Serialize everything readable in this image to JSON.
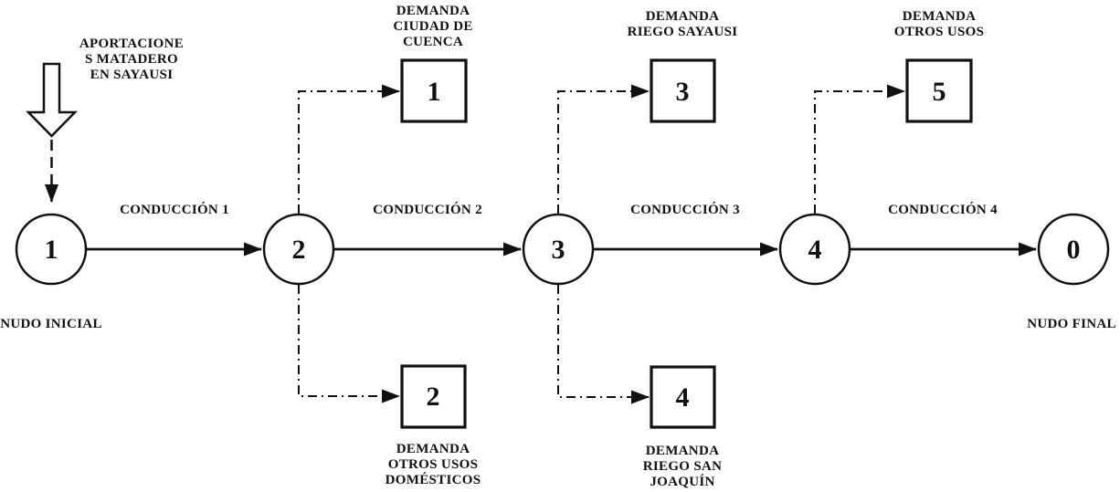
{
  "colors": {
    "ink": "#111111",
    "background": "#ffffff"
  },
  "inflow": {
    "lines": [
      "APORTACIONE",
      "S MATADERO",
      "EN SAYAUSI"
    ]
  },
  "nodes": {
    "n1": {
      "number": "1",
      "label": "NUDO INICIAL"
    },
    "n2": {
      "number": "2"
    },
    "n3": {
      "number": "3"
    },
    "n4": {
      "number": "4"
    },
    "n0": {
      "number": "0",
      "label": "NUDO FINAL"
    }
  },
  "conductions": {
    "c1": "CONDUCCIÓN 1",
    "c2": "CONDUCCIÓN 2",
    "c3": "CONDUCCIÓN 3",
    "c4": "CONDUCCIÓN 4"
  },
  "demands": {
    "d1": {
      "number": "1",
      "lines": [
        "DEMANDA",
        "CIUDAD DE",
        "CUENCA"
      ]
    },
    "d2": {
      "number": "2",
      "lines": [
        "DEMANDA",
        "OTROS USOS",
        "DOMÉSTICOS"
      ]
    },
    "d3": {
      "number": "3",
      "lines": [
        "DEMANDA",
        "RIEGO SAYAUSI"
      ]
    },
    "d4": {
      "number": "4",
      "lines": [
        "DEMANDA",
        "RIEGO SAN",
        "JOAQUÍN"
      ]
    },
    "d5": {
      "number": "5",
      "lines": [
        "DEMANDA",
        "OTROS USOS"
      ]
    }
  }
}
